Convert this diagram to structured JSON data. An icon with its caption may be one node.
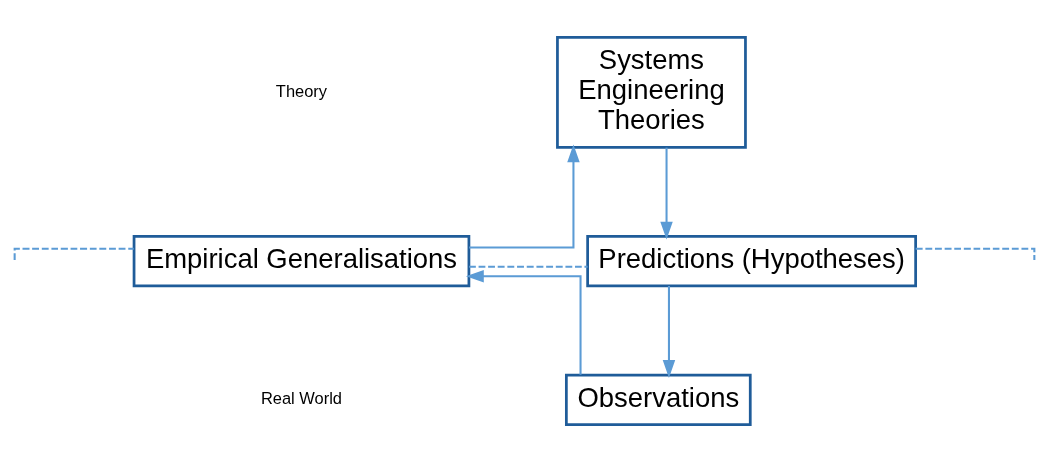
{
  "diagram": {
    "nodes": [
      {
        "text": [
          "Systems Engineering Theories"
        ]
      },
      {
        "text": [
          "Empirical Generalisations"
        ]
      },
      {
        "text": [
          "Predictions (Hypotheses)"
        ]
      },
      {
        "text": [
          "Observations"
        ]
      }
    ],
    "edges": [
      {
        "from": 1,
        "to": 0,
        "arrow": "to"
      },
      {
        "from": 0,
        "to": 2,
        "arrow": "to"
      },
      {
        "from": 2,
        "to": 3,
        "arrow": "to"
      },
      {
        "from": 3,
        "to": 1,
        "arrow": "to"
      },
      {
        "from": null,
        "to": 1,
        "arrow": "none",
        "style": "dashed"
      },
      {
        "from": 1,
        "to": 2,
        "arrow": "none",
        "style": "dashed"
      },
      {
        "from": 2,
        "to": null,
        "arrow": "none",
        "style": "dashed"
      }
    ],
    "labels": [
      "Theory",
      "Real World"
    ]
  }
}
